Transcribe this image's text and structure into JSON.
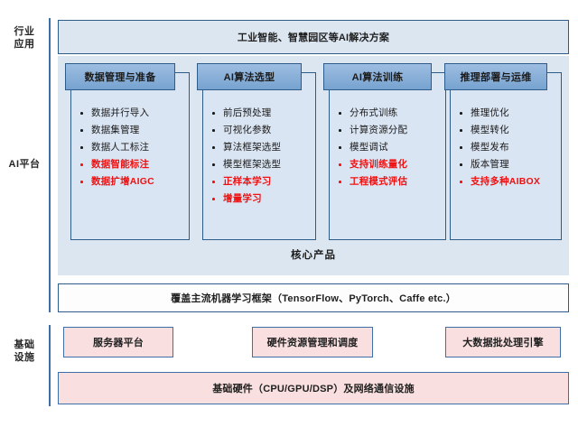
{
  "tiers": [
    {
      "label": "行业\n应用",
      "name": "industry-application"
    },
    {
      "label": "AI平台",
      "name": "ai-platform"
    },
    {
      "label": "基础\n设施",
      "name": "infrastructure"
    }
  ],
  "industry_bar": {
    "text": "工业智能、智慧园区等AI解决方案"
  },
  "platform": {
    "core_product_label": "核心产品",
    "pillars": [
      {
        "title": "数据管理与准备",
        "items": [
          {
            "text": "数据并行导入",
            "highlight": false
          },
          {
            "text": "数据集管理",
            "highlight": false
          },
          {
            "text": "数据人工标注",
            "highlight": false
          },
          {
            "text": "数据智能标注",
            "highlight": true
          },
          {
            "text": "数据扩增AIGC",
            "highlight": true
          }
        ]
      },
      {
        "title": "AI算法选型",
        "items": [
          {
            "text": "前后预处理",
            "highlight": false
          },
          {
            "text": "可视化参数",
            "highlight": false
          },
          {
            "text": "算法框架选型",
            "highlight": false
          },
          {
            "text": "模型框架选型",
            "highlight": false
          },
          {
            "text": "正样本学习",
            "highlight": true
          },
          {
            "text": "增量学习",
            "highlight": true
          }
        ]
      },
      {
        "title": "AI算法训练",
        "items": [
          {
            "text": "分布式训练",
            "highlight": false
          },
          {
            "text": "计算资源分配",
            "highlight": false
          },
          {
            "text": "模型调试",
            "highlight": false
          },
          {
            "text": "支持训练量化",
            "highlight": true
          },
          {
            "text": "工程模式评估",
            "highlight": true
          }
        ]
      },
      {
        "title": "推理部署与运维",
        "items": [
          {
            "text": "推理优化",
            "highlight": false
          },
          {
            "text": "模型转化",
            "highlight": false
          },
          {
            "text": "模型发布",
            "highlight": false
          },
          {
            "text": "版本管理",
            "highlight": false
          },
          {
            "text": "支持多种AIBOX",
            "highlight": true
          }
        ]
      }
    ]
  },
  "framework_bar": {
    "text": "覆盖主流机器学习框架（TensorFlow、PyTorch、Caffe etc.）"
  },
  "infrastructure": {
    "boxes": [
      {
        "text": "服务器平台"
      },
      {
        "text": "硬件资源管理和调度"
      },
      {
        "text": "大数据批处理引擎"
      }
    ],
    "hardware_bar": "基础硬件（CPU/GPU/DSP）及网络通信设施"
  },
  "colors": {
    "accent_blue": "#2e5c8a",
    "rule_blue": "#3f6fa8",
    "panel_fill": "#dce6f1",
    "header_fill": "#7fa8d4",
    "pink_fill": "#f9dfdf",
    "highlight_red": "#ef1111"
  }
}
